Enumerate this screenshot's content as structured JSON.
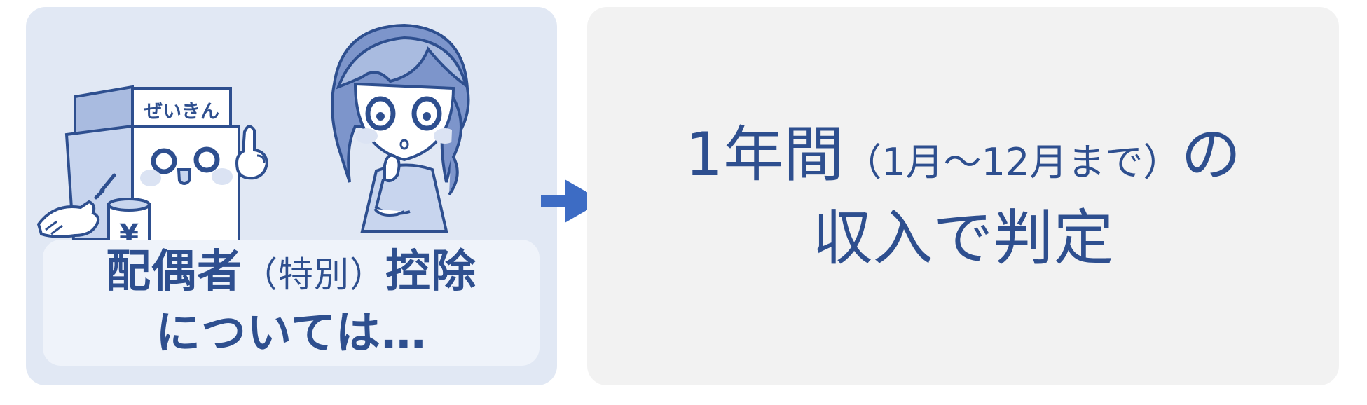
{
  "colors": {
    "left_panel_bg": "#e1e8f4",
    "caption_bg": "#eff3fa",
    "right_panel_bg": "#f2f2f2",
    "text_blue": "#2e4f8f",
    "arrow_blue": "#3d6cc4"
  },
  "illustration": {
    "mascot_label": "ぜいきん",
    "coin_symbol": "¥"
  },
  "caption": {
    "line1_main_a": "配偶者",
    "line1_paren": "（特別）",
    "line1_main_b": "控除",
    "line2": "については…"
  },
  "result": {
    "line1_main": "1年間",
    "line1_paren": "（1月～12月まで）",
    "line1_tail": "の",
    "line2": "収入で判定"
  }
}
